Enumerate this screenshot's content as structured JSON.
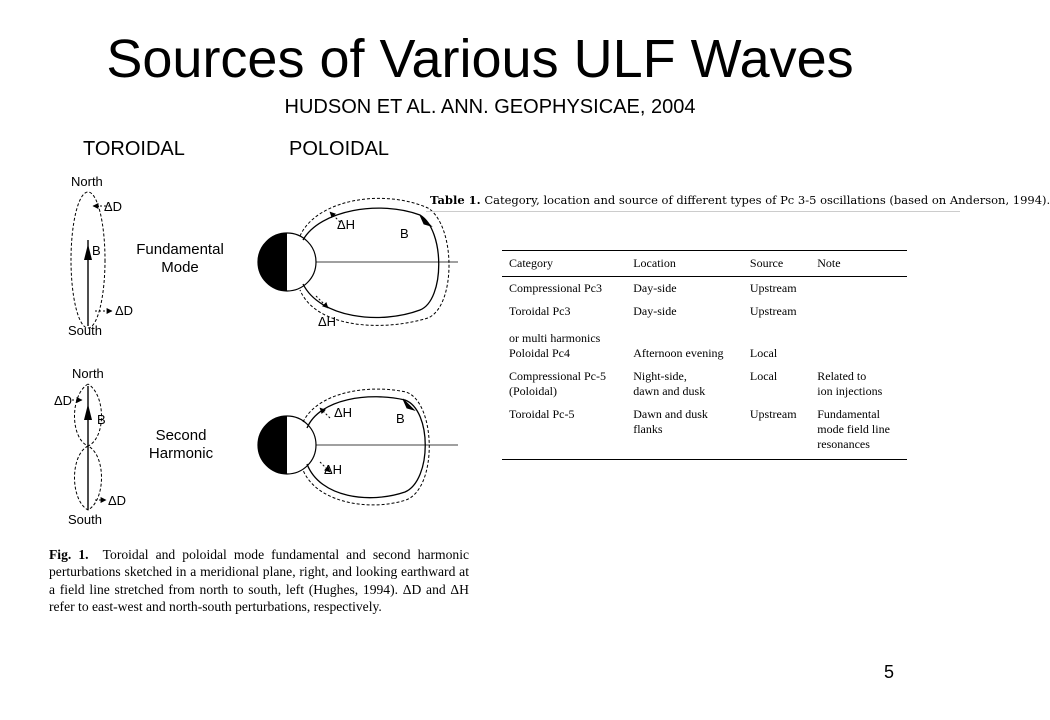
{
  "slide": {
    "title": "Sources of Various ULF Waves",
    "subtitle": "HUDSON ET AL. ANN. GEOPHYSICAE, 2004",
    "label_toroidal": "TOROIDAL",
    "label_poloidal": "POLOIDAL",
    "page_number": "5"
  },
  "figure": {
    "north1": "North",
    "south1": "South",
    "north2": "North",
    "south2": "South",
    "dD": "ΔD",
    "dH": "ΔH",
    "B": "B",
    "mode1_line1": "Fundamental",
    "mode1_line2": "Mode",
    "mode2_line1": "Second",
    "mode2_line2": "Harmonic",
    "caption_label": "Fig. 1.",
    "caption_text": "Toroidal and poloidal mode fundamental and second harmonic perturbations sketched in a meridional plane, right, and looking earthward at a field line stretched from north to south, left (Hughes, 1994). ΔD and ΔH refer to east-west and north-south perturbations, respectively."
  },
  "table": {
    "caption_label": "Table 1.",
    "caption_text": "Category, location and source of different types of Pc 3-5 oscillations (based on Anderson, 1994).",
    "headers": [
      "Category",
      "Location",
      "Source",
      "Note"
    ],
    "rows": [
      [
        "Compressional Pc3",
        "Day-side",
        "Upstream",
        ""
      ],
      [
        "Toroidal Pc3",
        "Day-side",
        "Upstream",
        ""
      ],
      [
        "or multi harmonics",
        "",
        "",
        ""
      ],
      [
        "Poloidal Pc4",
        "Afternoon evening",
        "Local",
        ""
      ],
      [
        "Compressional Pc-5",
        "Night-side,",
        "Local",
        "Related to"
      ],
      [
        "(Poloidal)",
        "dawn and dusk",
        "",
        "ion injections"
      ],
      [
        "Toroidal Pc-5",
        "Dawn and dusk",
        "Upstream",
        "Fundamental"
      ],
      [
        "",
        "flanks",
        "",
        "mode field line"
      ],
      [
        "",
        "",
        "",
        "resonances"
      ]
    ]
  }
}
